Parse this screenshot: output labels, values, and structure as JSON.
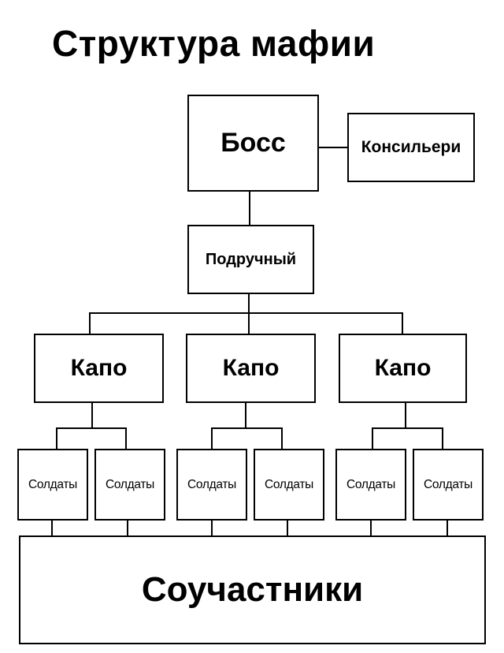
{
  "title": "Структура мафии",
  "nodes": {
    "boss": "Босс",
    "consigliere": "Консильери",
    "underboss": "Подручный",
    "capos": [
      "Капо",
      "Капо",
      "Капо"
    ],
    "soldiers": [
      "Солдаты",
      "Солдаты",
      "Солдаты",
      "Солдаты",
      "Солдаты",
      "Солдаты"
    ],
    "associates": "Соучастники"
  },
  "colors": {
    "background": "#ffffff",
    "stroke": "#000000",
    "text": "#000000"
  }
}
